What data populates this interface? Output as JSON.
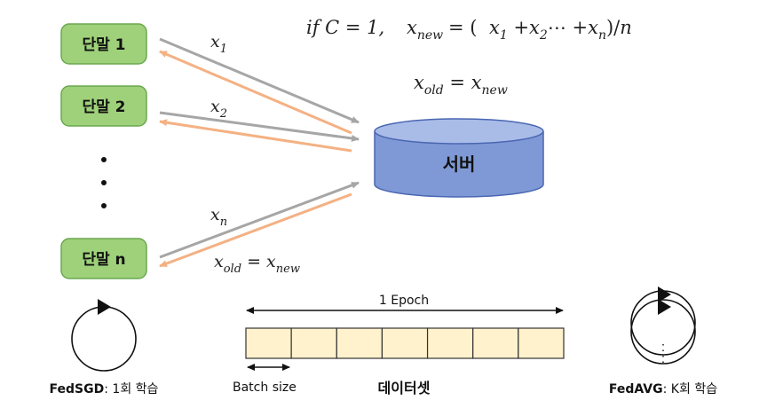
{
  "formula": {
    "condition": "if C = 1,",
    "lhs": "x",
    "lhs_sub": "new",
    "rhs_text": "= (x",
    "rhs_parts": [
      {
        "base": "x",
        "sub": "1"
      },
      {
        "base": "x",
        "sub": "2"
      },
      {
        "base": "x",
        "sub": "n"
      }
    ],
    "divisor": "/n",
    "update_lhs_sub": "old",
    "update_rhs_sub": "new"
  },
  "terminals": [
    {
      "label": "단말 1",
      "param_sub": "1"
    },
    {
      "label": "단말 2",
      "param_sub": "2"
    },
    {
      "label": "단말 n",
      "param_sub": "n"
    }
  ],
  "ellipsis": "⋮",
  "server": {
    "label": "서버"
  },
  "return_label": {
    "lhs_sub": "old",
    "rhs_sub": "new"
  },
  "epoch": {
    "label": "1 Epoch",
    "cells": 7
  },
  "batch": {
    "label": "Batch size"
  },
  "dataset": {
    "label": "데이터셋"
  },
  "fedsgd": {
    "name": "FedSGD",
    "desc": ": 1회 학습"
  },
  "fedavg": {
    "name": "FedAVG",
    "desc": ": K회 학습"
  },
  "colors": {
    "node_fill": "#9fd17a",
    "node_stroke": "#6aa84f",
    "server_fill": "#7f99d6",
    "server_top": "#a9bce8",
    "server_stroke": "#4a67b2",
    "arrow_up": "#a6a6a6",
    "arrow_down": "#f4b183",
    "cell_fill": "#fff2cc",
    "cell_stroke": "#333333"
  }
}
